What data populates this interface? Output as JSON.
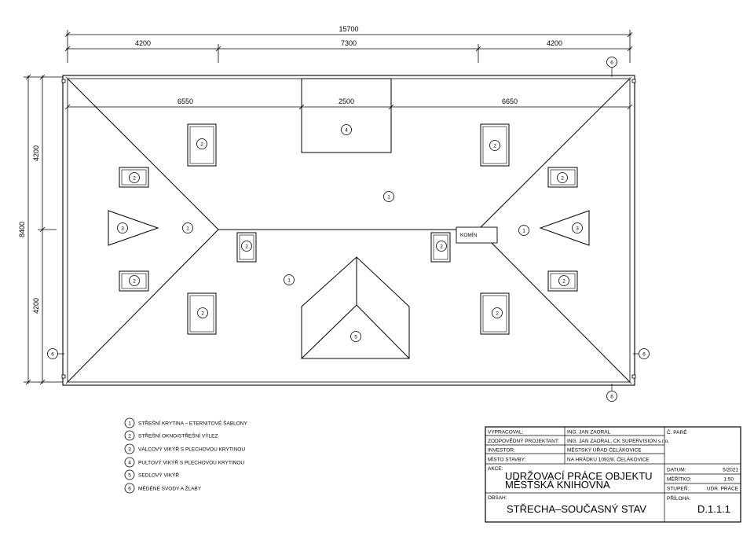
{
  "dimensions": {
    "overall": "15700",
    "top_left": "4200",
    "top_middle": "7300",
    "top_right": "4200",
    "inner_left": "6550",
    "inner_middle": "2500",
    "inner_right": "6650",
    "height_total": "8400",
    "height_upper": "4200",
    "height_lower": "4200"
  },
  "markers": {
    "roof_covering": "1",
    "roof_window": "2",
    "barrel_dormer": "3",
    "shed_dormer": "4",
    "gable_dormer": "5",
    "gutter": "6"
  },
  "chimney_label": "KOMÍN",
  "legend": [
    {
      "num": "1",
      "text": "STŘEŠNÍ KRYTINA – ETERNITOVÉ ŠABLONY"
    },
    {
      "num": "2",
      "text": "STŘEŠNÍ OKNO/STŘEŠNÍ VÝLEZ"
    },
    {
      "num": "3",
      "text": "VÁLCOVÝ VIKÝŘ S PLECHOVOU KRYTINOU"
    },
    {
      "num": "4",
      "text": "PULTOVÝ VIKÝŘ S PLECHOVOU KRYTINOU"
    },
    {
      "num": "5",
      "text": "SEDLOVÝ VIKÝŘ"
    },
    {
      "num": "6",
      "text": "MĚDĚNÉ SVODY A ŽLABY"
    }
  ],
  "title_block": {
    "rows": [
      {
        "label": "VYPRACOVAL:",
        "value": "ING. JAN ZAORAL"
      },
      {
        "label": "ZODPOVĚDNÝ PROJEKTANT:",
        "value": "ING. JAN ZAORAL, CK SUPERVISION s.r.o."
      },
      {
        "label": "INVESTOR:",
        "value": "MĚSTSKÝ ÚŘAD ČELÁKOVICE"
      },
      {
        "label": "MÍSTO STAVBY:",
        "value": "NA HRÁDKU 1092/8, ČELÁKOVICE"
      }
    ],
    "copy_label": "Č. PARÉ",
    "akce_label": "AKCE:",
    "akce_line1": "UDRŽOVACÍ PRÁCE OBJEKTU",
    "akce_line2": "MĚSTSKÁ KNIHOVNA",
    "obsah_label": "OBSAH:",
    "obsah_value": "STŘECHA–SOUČASNÝ STAV",
    "datum_label": "DATUM:",
    "datum_value": "5/2021",
    "meritko_label": "MĚŘÍTKO:",
    "meritko_value": "1:50",
    "stupen_label": "STUPEŇ:",
    "stupen_value": "UDR. PRÁCE",
    "priloha_label": "PŘÍLOHA:",
    "priloha_value": "D.1.1.1"
  }
}
